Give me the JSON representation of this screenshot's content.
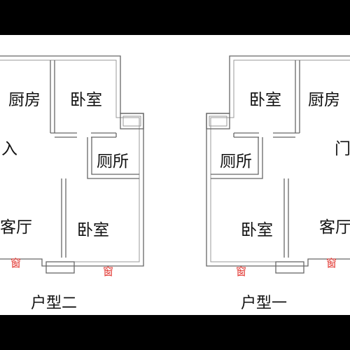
{
  "plan_left": {
    "caption": "户型二",
    "kitchen": "厨房",
    "bedroom_top": "卧室",
    "entrance": "入",
    "toilet": "厕所",
    "living": "客厅",
    "bedroom_bottom": "卧室",
    "window_left": "窗",
    "window_right": "窗"
  },
  "plan_right": {
    "caption": "户型一",
    "bedroom_top": "卧室",
    "kitchen": "厨房",
    "entrance": "门",
    "toilet": "厕所",
    "bedroom_bottom": "卧室",
    "living": "客厅",
    "window_left": "窗",
    "window_right": "窗"
  },
  "colors": {
    "band": "#000000",
    "wall": "#666666",
    "window_text": "#e1302a"
  }
}
